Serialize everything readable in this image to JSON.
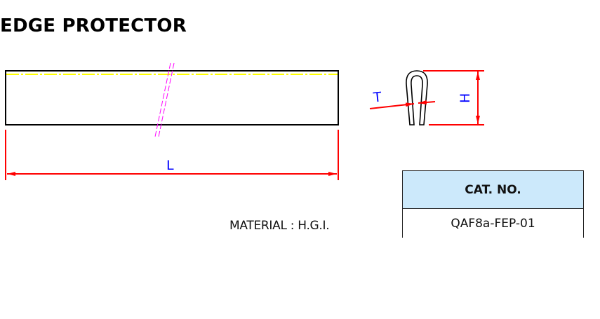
{
  "title": "EDGE PROTECTOR",
  "drawing": {
    "dimensions": {
      "length_label": "L",
      "thickness_label": "T",
      "height_label": "H"
    },
    "colors": {
      "outline": "#000000",
      "dimension_line": "#ff0000",
      "dimension_text": "#0000ff",
      "center_line": "#ffff00",
      "break_line": "#ff00ff"
    }
  },
  "material": "MATERIAL : H.G.I.",
  "catalog": {
    "header": "CAT. NO.",
    "value": "QAF8a-FEP-01",
    "header_bg": "#cce9fb"
  }
}
